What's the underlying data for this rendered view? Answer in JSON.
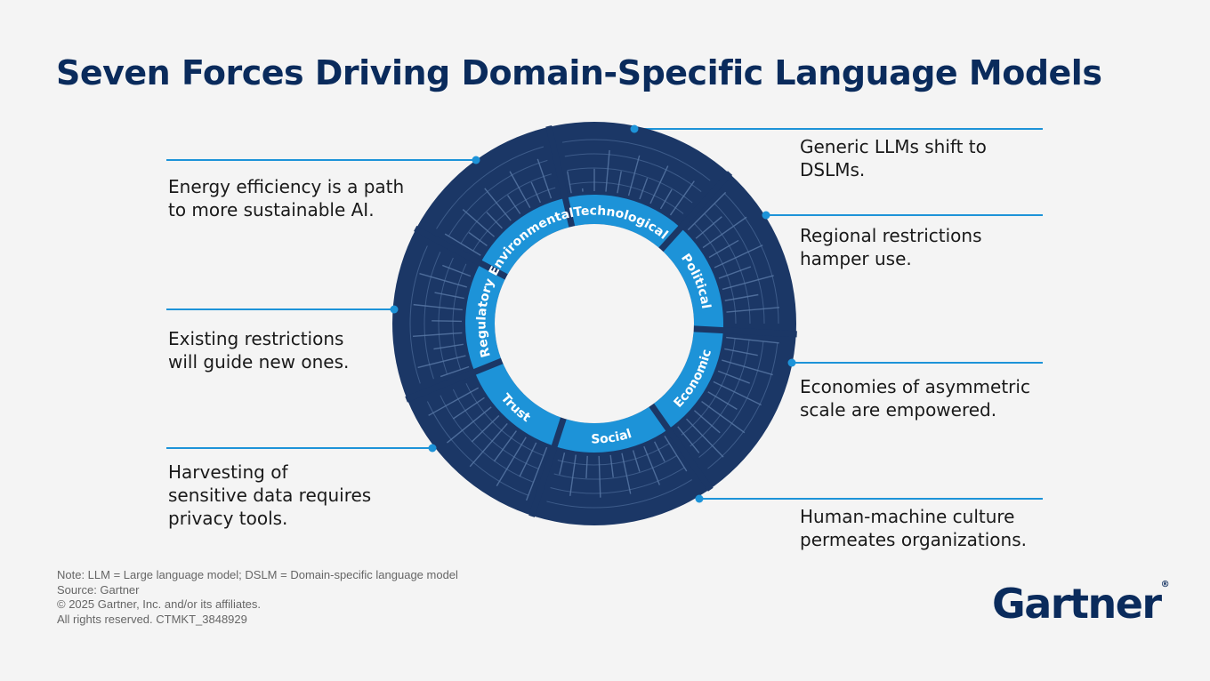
{
  "title": "Seven Forces Driving Domain-Specific Language Models",
  "forces": [
    {
      "label": "Technological",
      "caption": "Generic LLMs shift to\nDSLMs."
    },
    {
      "label": "Political",
      "caption": "Regional restrictions\nhamper use."
    },
    {
      "label": "Economic",
      "caption": "Economies of asymmetric\nscale are empowered."
    },
    {
      "label": "Social",
      "caption": "Human-machine culture\npermeates organizations."
    },
    {
      "label": "Trust",
      "caption": "Harvesting of\nsensitive data requires\nprivacy tools."
    },
    {
      "label": "Regulatory",
      "caption": "Existing restrictions\nwill guide new ones."
    },
    {
      "label": "Environmental",
      "caption": "Energy efficiency is a path\nto more sustainable AI."
    }
  ],
  "footer": {
    "note": "Note: LLM = Large language model; DSLM = Domain-specific language model",
    "source": "Source: Gartner",
    "copyright": "© 2025 Gartner, Inc. and/or its affiliates.",
    "rights": "All rights reserved. CTMKT_3848929"
  },
  "logo": {
    "text": "Gartner",
    "mark": "®"
  },
  "colors": {
    "title": "#0a2b5c",
    "ring_dark": "#1b3766",
    "ring_texture": "#5a7aa8",
    "band": "#1d93d8",
    "connector": "#1d93d8",
    "background": "#f4f4f4"
  }
}
